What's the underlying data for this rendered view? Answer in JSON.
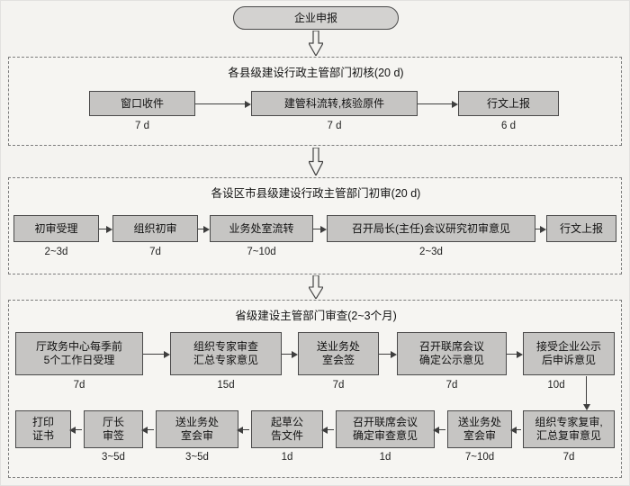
{
  "colors": {
    "background": "#f4f3f0",
    "node_fill": "#c6c5c3",
    "node_border": "#4a4a4a"
  },
  "start": {
    "label": "企业申报"
  },
  "sections": [
    {
      "title": "各县级建设行政主管部门初核(20 d)",
      "nodes": [
        {
          "label": "窗口收件",
          "duration": "7 d"
        },
        {
          "label": "建管科流转,核验原件",
          "duration": "7 d"
        },
        {
          "label": "行文上报",
          "duration": "6 d"
        }
      ]
    },
    {
      "title": "各设区市县级建设行政主管部门初审(20 d)",
      "nodes": [
        {
          "label": "初审受理",
          "duration": "2~3d"
        },
        {
          "label": "组织初审",
          "duration": "7d"
        },
        {
          "label": "业务处室流转",
          "duration": "7~10d"
        },
        {
          "label": "召开局长(主任)会议研究初审意见",
          "duration": "2~3d"
        },
        {
          "label": "行文上报"
        }
      ]
    },
    {
      "title": "省级建设主管部门审查(2~3个月)",
      "rows": [
        {
          "nodes": [
            {
              "label": "厅政务中心每季前\n5个工作日受理",
              "duration": "7d"
            },
            {
              "label": "组织专家审查\n汇总专家意见",
              "duration": "15d"
            },
            {
              "label": "送业务处\n室会签",
              "duration": "7d"
            },
            {
              "label": "召开联席会议\n确定公示意见",
              "duration": "7d"
            },
            {
              "label": "接受企业公示\n后申诉意见",
              "duration": "10d"
            }
          ]
        },
        {
          "nodes": [
            {
              "label": "打印\n证书"
            },
            {
              "label": "厅长\n审签",
              "duration": "3~5d"
            },
            {
              "label": "送业务处\n室会审",
              "duration": "3~5d"
            },
            {
              "label": "起草公\n告文件",
              "duration": "1d"
            },
            {
              "label": "召开联席会议\n确定审查意见",
              "duration": "1d"
            },
            {
              "label": "送业务处\n室会审",
              "duration": "7~10d"
            },
            {
              "label": "组织专家复审,\n汇总复审意见",
              "duration": "7d"
            }
          ]
        }
      ]
    }
  ]
}
